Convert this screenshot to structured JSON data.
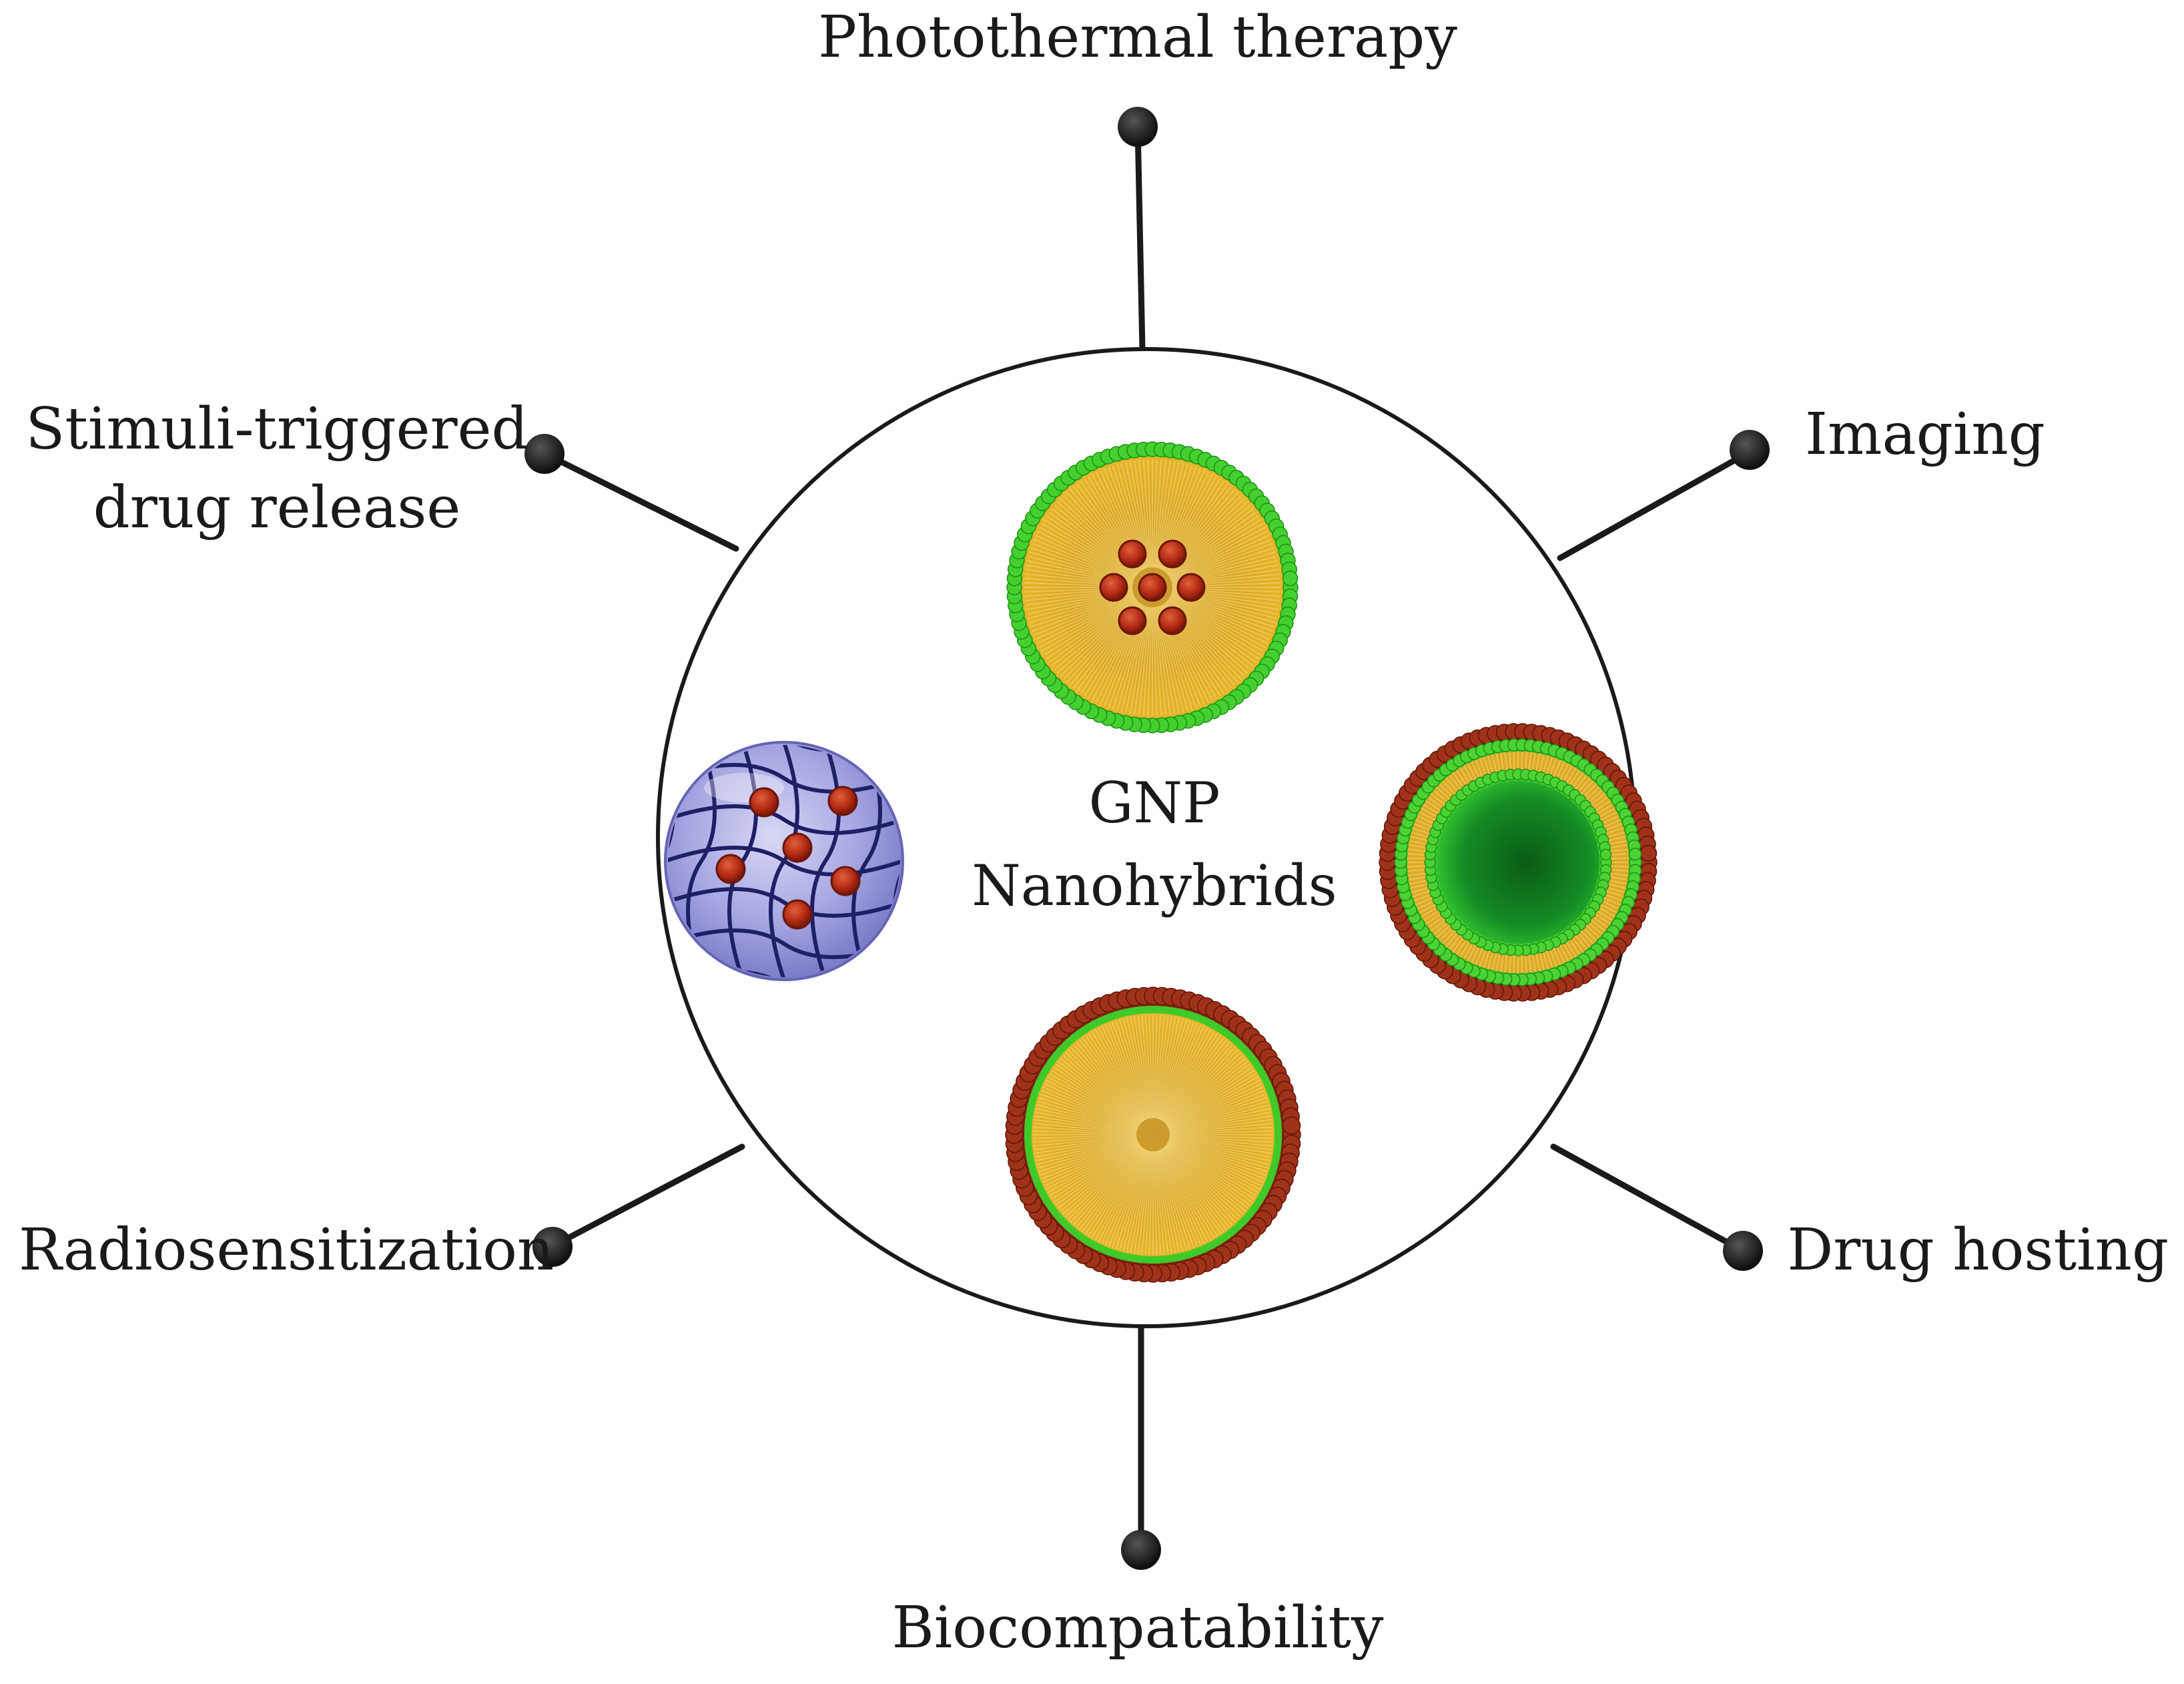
{
  "center": {
    "line1": "GNP",
    "line2": "Nanohybrids"
  },
  "properties": {
    "top": "Photothermal therapy",
    "top_left_line1": "Stimuli-triggered",
    "top_left_line2": "drug release",
    "top_right": "Imaging",
    "bottom_left": "Radiosensitization",
    "bottom_right": "Drug hosting",
    "bottom": "Biocompatability"
  },
  "colors": {
    "outline": "#1a1a1a",
    "gold_core": "#d9a420",
    "lipid_green": "#3ecb2a",
    "shell_red": "#8a2a12",
    "drug_red": "#b52a14",
    "hydrogel_purple": "#9f9fe0",
    "hydrogel_mesh": "#1f1f66",
    "dark_green_core": "#0c6e1c"
  },
  "icons": [
    "pin-marker-icon",
    "micelle-icon",
    "hydrogel-icon",
    "liposome-icon",
    "coated-nanoparticle-icon"
  ]
}
